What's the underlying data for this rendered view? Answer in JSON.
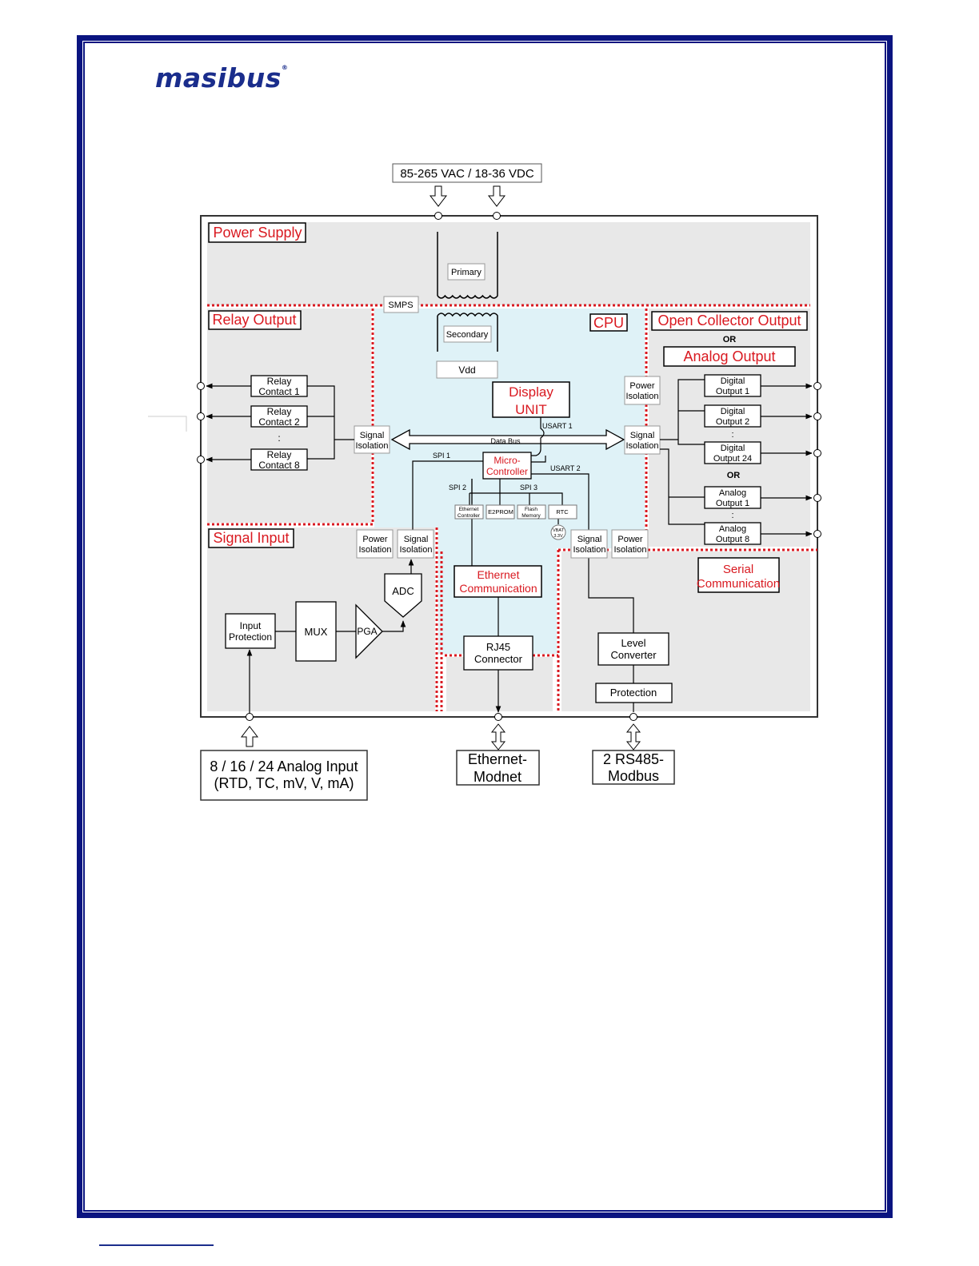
{
  "logo": {
    "name": "masibus",
    "reg_mark": "®"
  },
  "supply_label": "85-265 VAC / 18-36 VDC",
  "sections": {
    "power_supply": "Power Supply",
    "relay_output": "Relay Output",
    "cpu": "CPU",
    "open_collector": "Open Collector Output",
    "or_1": "OR",
    "analog_output": "Analog Output",
    "signal_input": "Signal Input",
    "serial_line1": "Serial",
    "serial_line2": "Communication",
    "or_2": "OR"
  },
  "blocks": {
    "primary": "Primary",
    "smps": "SMPS",
    "secondary": "Secondary",
    "vdd": "Vdd",
    "display_line1": "Display",
    "display_line2": "UNIT",
    "micro_line1": "Micro-",
    "micro_line2": "Controller",
    "eth_ctrl_line1": "Ethernet",
    "eth_ctrl_line2": "Controller",
    "e2prom": "E2PROM",
    "flash_line1": "Flash",
    "flash_line2": "Memory",
    "rtc": "RTC",
    "vbat_line1": "VBAT",
    "vbat_line2": "3.3V",
    "eth_comm_line1": "Ethernet",
    "eth_comm_line2": "Communication",
    "rj45_line1": "RJ45",
    "rj45_line2": "Connector",
    "level_line1": "Level",
    "level_line2": "Converter",
    "protection": "Protection",
    "adc": "ADC",
    "pga": "PGA",
    "mux": "MUX",
    "input_prot_line1": "Input",
    "input_prot_line2": "Protection",
    "power_iso_line1": "Power",
    "isolation": "Isolation",
    "signal_iso_line1": "Signal",
    "relay_line1": "Relay",
    "relay1_line2": "Contact 1",
    "relay2_line2": "Contact 2",
    "relay8_line2": "Contact 8",
    "digital_line1": "Digital",
    "digital1_line2": "Output 1",
    "digital2_line2": "Output 2",
    "digital24_line2": "Output 24",
    "analog_line1": "Analog",
    "analog1_line2": "Output 1",
    "analog8_line2": "Output 8",
    "dots": ":"
  },
  "buses": {
    "usart1": "USART 1",
    "usart2": "USART 2",
    "data_bus": "Data Bus",
    "spi1": "SPI 1",
    "spi2": "SPI 2",
    "spi3": "SPI 3"
  },
  "io": {
    "analog_input_line1": "8 / 16 / 24 Analog Input",
    "analog_input_line2": "(RTD, TC, mV, V, mA)",
    "ethernet_line1": "Ethernet-",
    "ethernet_line2": "Modnet",
    "rs485_line1": "2 RS485-",
    "rs485_line2": "Modbus"
  },
  "colors": {
    "frame": "#0a1480",
    "accent_red": "#d91920",
    "cpu_fill": "#dff2f7",
    "section_fill": "#e8e8e8"
  }
}
